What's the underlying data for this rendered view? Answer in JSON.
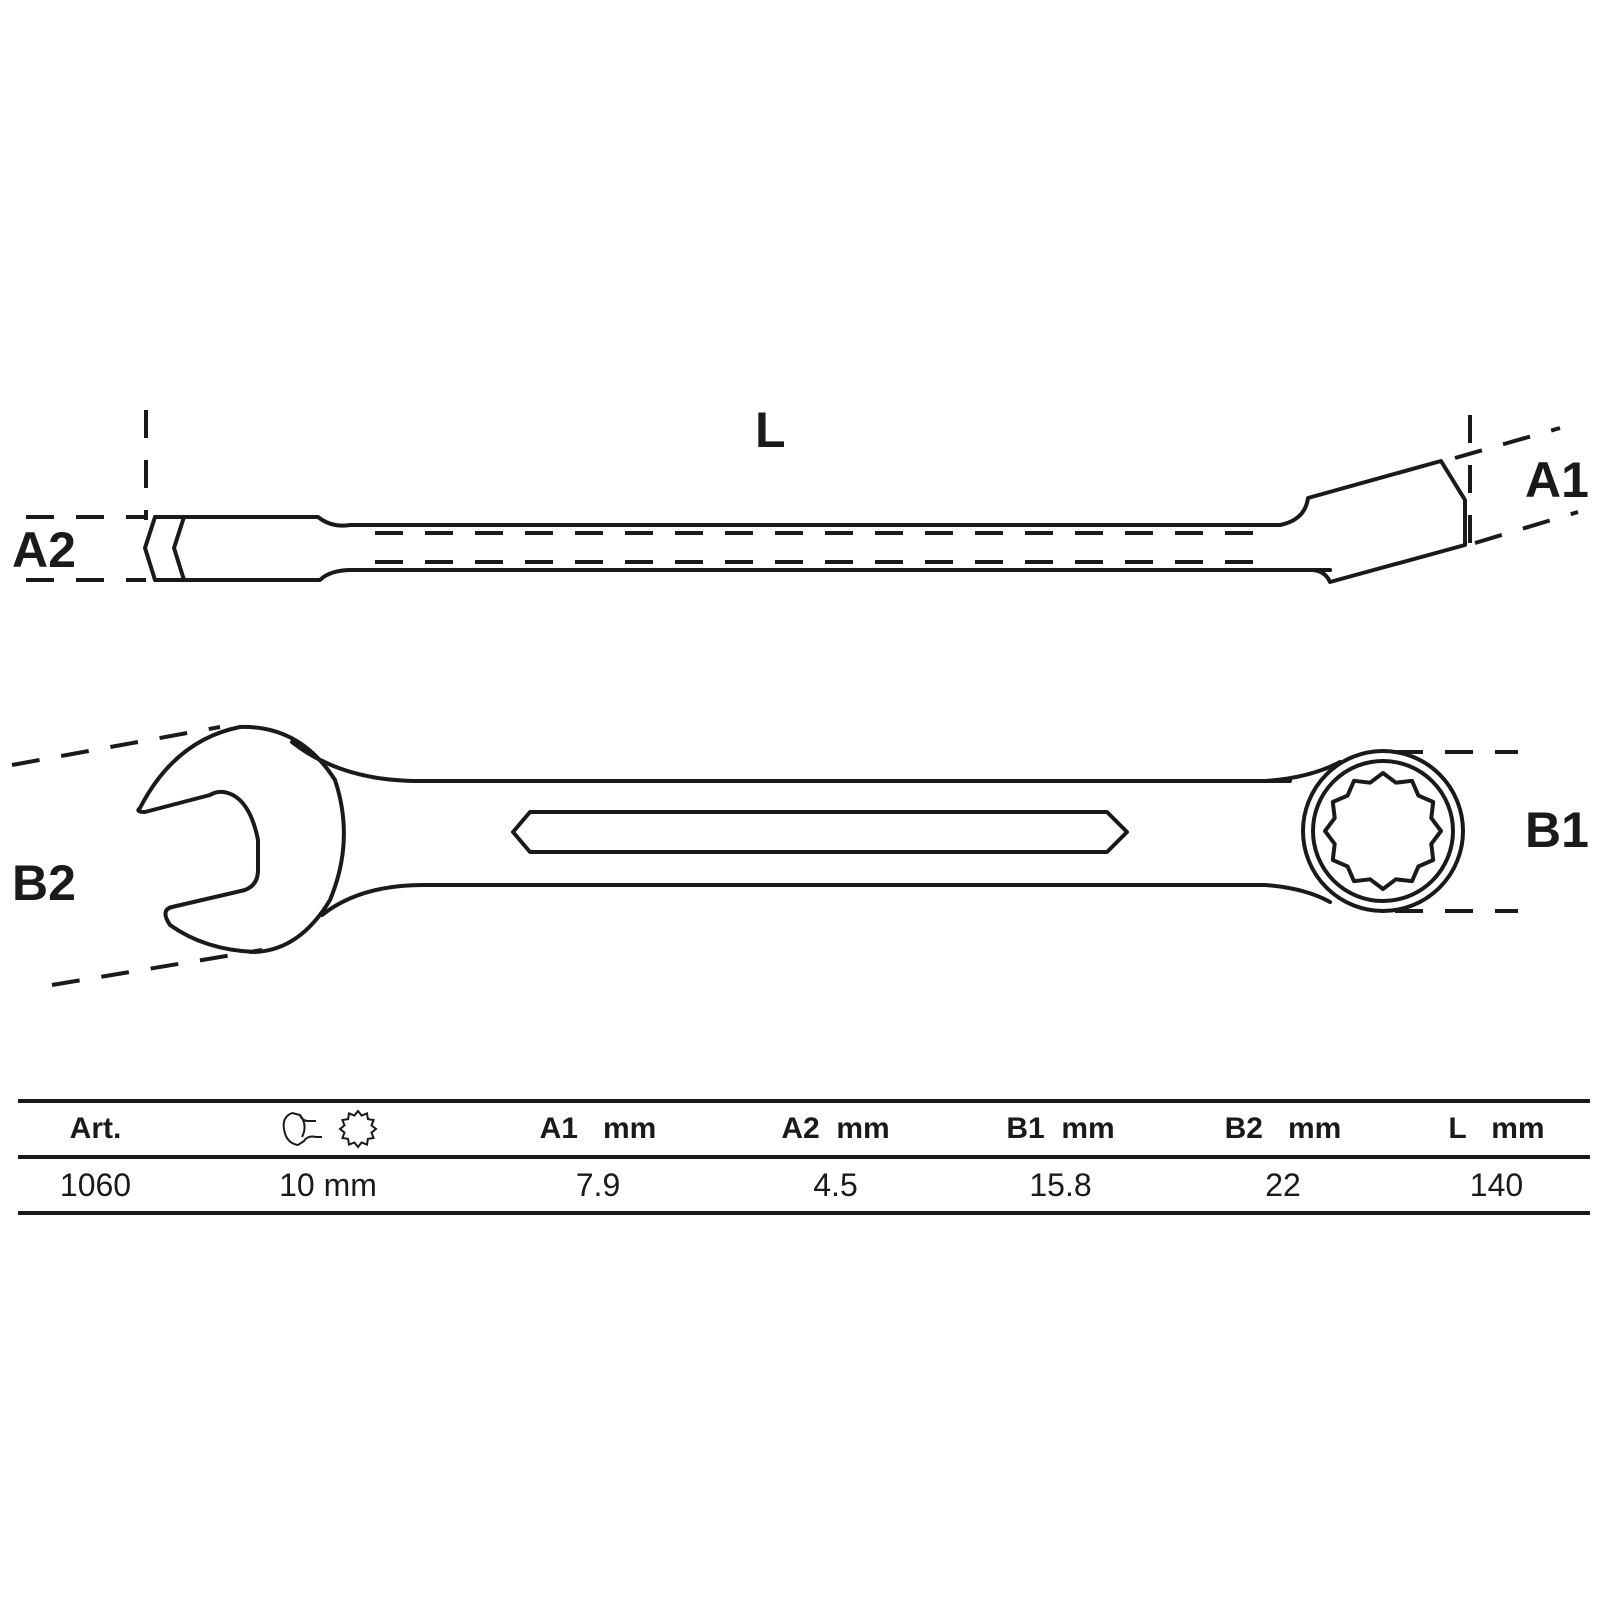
{
  "diagram": {
    "labels": {
      "length": "L",
      "a1": "A1",
      "a2": "A2",
      "b1": "B1",
      "b2": "B2"
    },
    "views": [
      "side-view",
      "top-view"
    ],
    "colors": {
      "line": "#1a1a1a",
      "background": "#ffffff"
    }
  },
  "table": {
    "headers": {
      "art": "Art.",
      "size_icons": [
        "open-end-wrench-icon",
        "twelve-point-ring-icon"
      ],
      "a1": "A1   mm",
      "a2": "A2  mm",
      "b1": "B1  mm",
      "b2": "B2   mm",
      "l": "L   mm"
    },
    "rows": [
      {
        "art": "1060",
        "size": "10 mm",
        "a1": "7.9",
        "a2": "4.5",
        "b1": "15.8",
        "b2": "22",
        "l": "140"
      }
    ]
  }
}
